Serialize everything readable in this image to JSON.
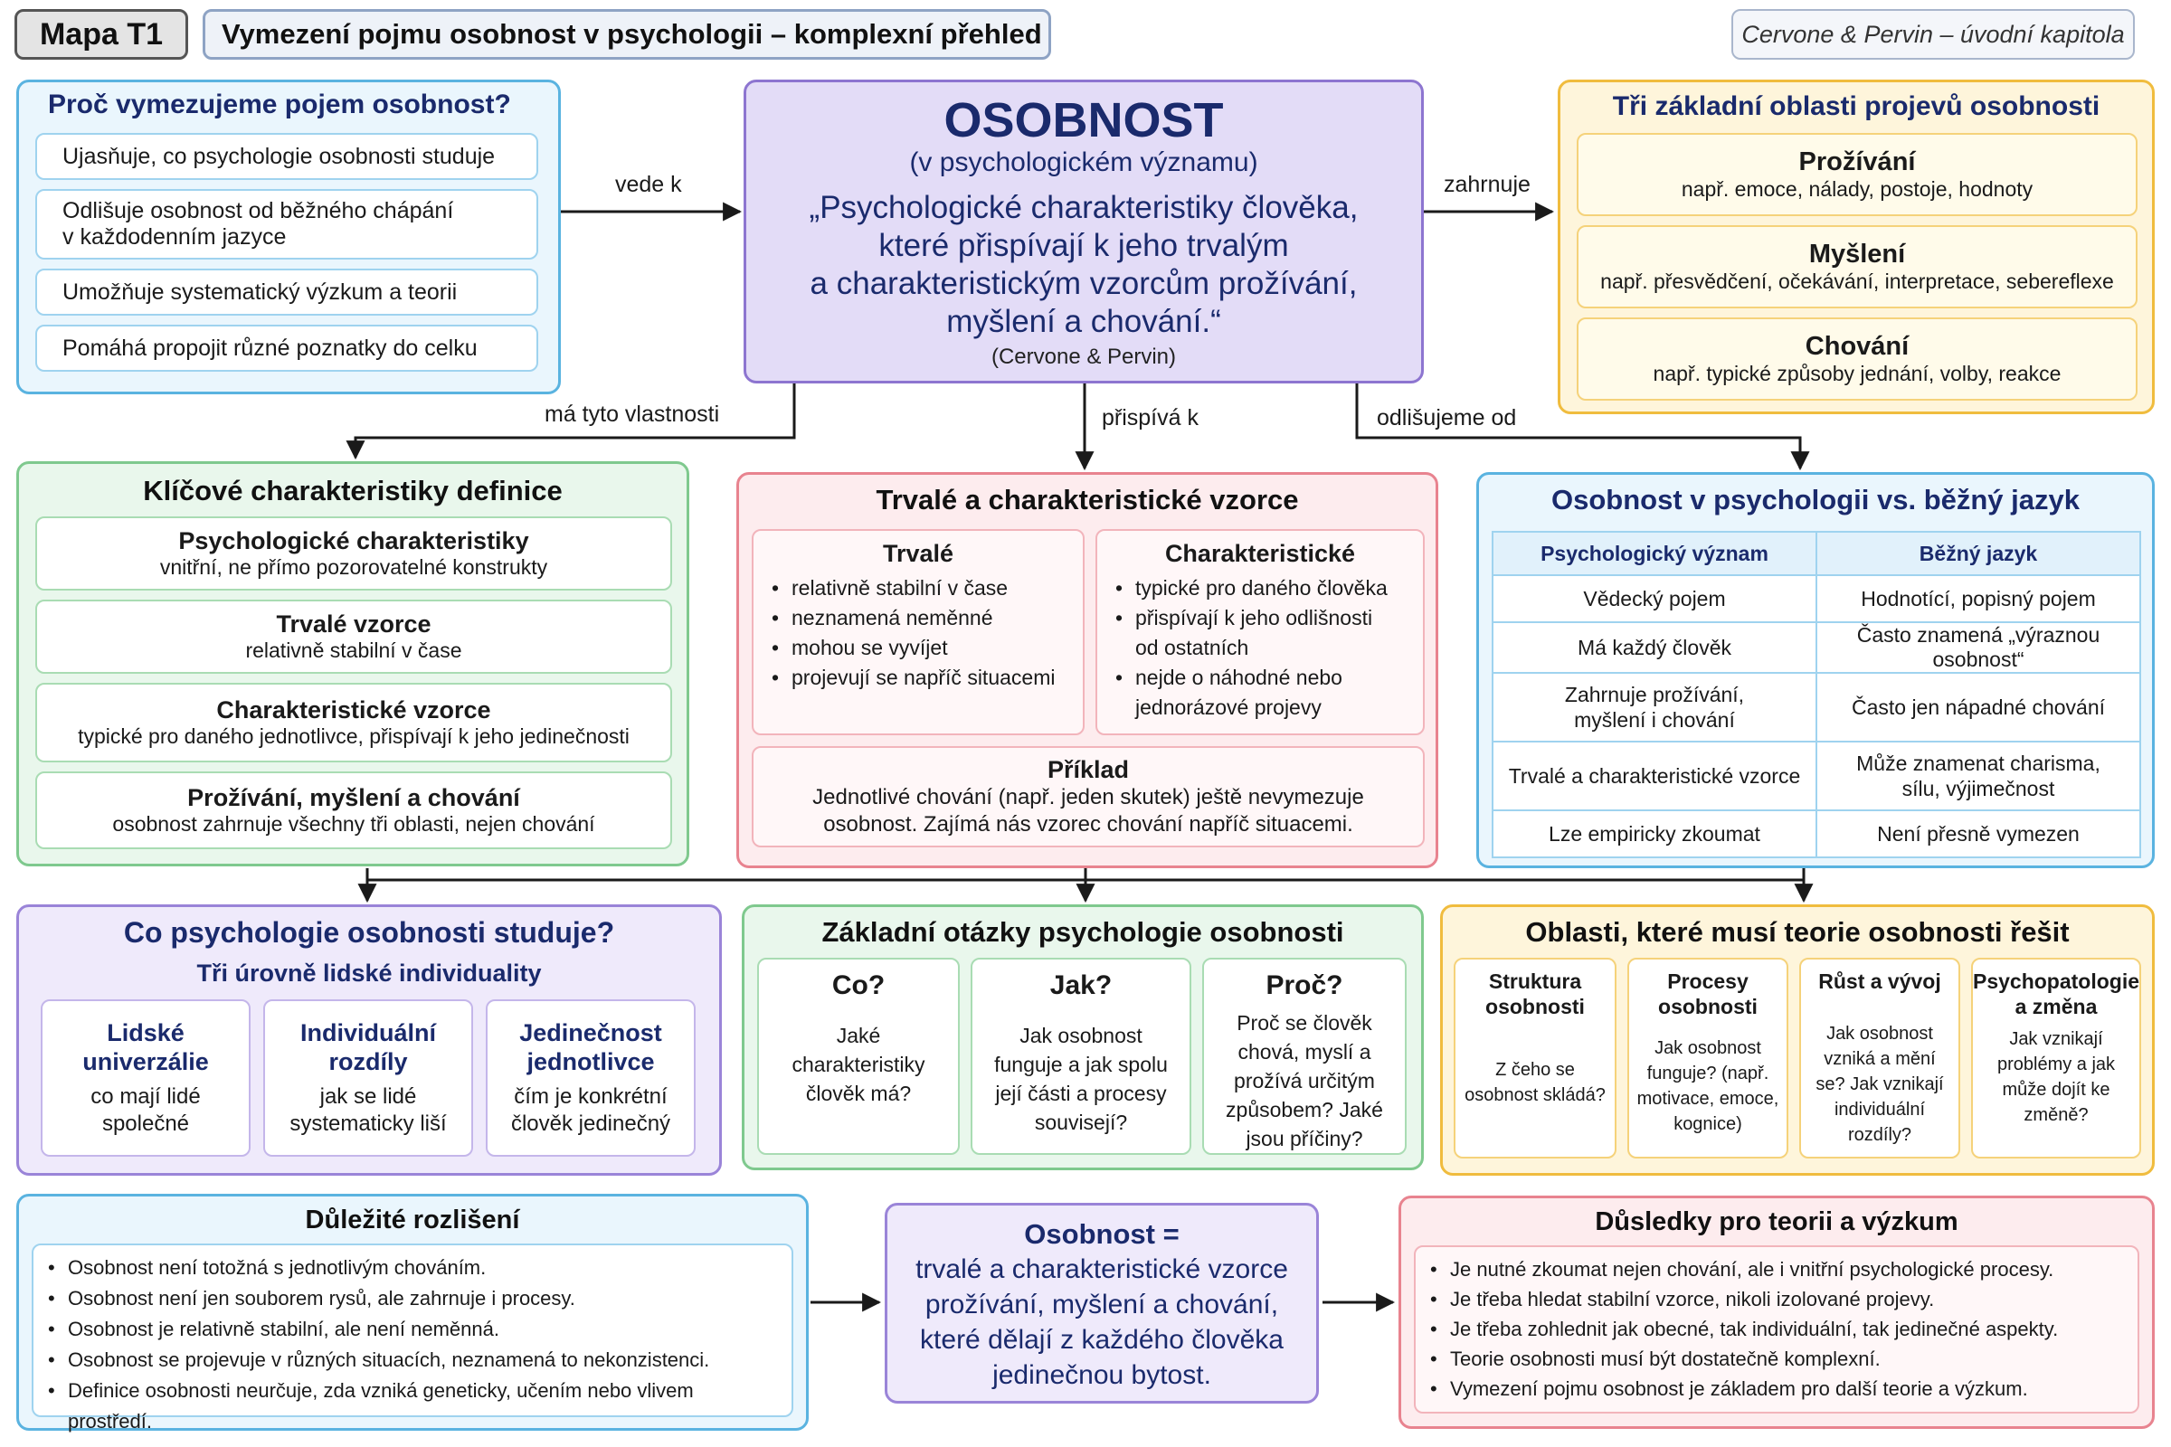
{
  "header": {
    "badge": "Mapa T1",
    "title": "Vymezení pojmu osobnost v psychologii – komplexní přehled",
    "source": "Cervone & Pervin – úvodní kapitola"
  },
  "why": {
    "title": "Proč vymezujeme pojem osobnost?",
    "items": [
      "Ujasňuje, co psychologie osobnosti studuje",
      "Odlišuje osobnost od běžného chápání",
      "v každodenním jazyce",
      "Umožňuje systematický výzkum a teorii",
      "Pomáhá propojit různé poznatky do celku"
    ]
  },
  "center": {
    "title": "OSOBNOST",
    "subtitle": "(v psychologickém významu)",
    "def1": "„Psychologické charakteristiky člověka,",
    "def2": "které přispívají k jeho trvalým",
    "def3": "a charakteristickým vzorcům prožívání,",
    "def4": "myšlení a chování.“",
    "cite": "(Cervone & Pervin)"
  },
  "edges": {
    "vede_k": "vede k",
    "zahrnuje": "zahrnuje",
    "ma_vlastnosti": "má tyto vlastnosti",
    "prispiva_k": "přispívá k",
    "odlisujeme_od": "odlišujeme od"
  },
  "areas": {
    "title": "Tři základní oblasti projevů osobnosti",
    "items": [
      {
        "title": "Prožívání",
        "desc": "např. emoce, nálady, postoje, hodnoty"
      },
      {
        "title": "Myšlení",
        "desc": "např. přesvědčení, očekávání, interpretace, sebereflexe"
      },
      {
        "title": "Chování",
        "desc": "např. typické způsoby jednání, volby, reakce"
      }
    ]
  },
  "key": {
    "title": "Klíčové charakteristiky definice",
    "items": [
      {
        "title": "Psychologické charakteristiky",
        "desc": "vnitřní, ne přímo pozorovatelné konstrukty"
      },
      {
        "title": "Trvalé vzorce",
        "desc": "relativně stabilní v čase"
      },
      {
        "title": "Charakteristické vzorce",
        "desc": "typické pro daného jednotlivce, přispívají k jeho jedinečnosti"
      },
      {
        "title": "Prožívání, myšlení a chování",
        "desc": "osobnost zahrnuje všechny tři oblasti, nejen chování"
      }
    ]
  },
  "patterns": {
    "title": "Trvalé a charakteristické vzorce",
    "lasting": {
      "title": "Trvalé",
      "items": [
        "relativně stabilní v čase",
        "neznamená neměnné",
        "mohou se vyvíjet",
        "projevují se napříč situacemi"
      ]
    },
    "characteristic": {
      "title": "Charakteristické",
      "items": [
        "typické pro daného člověka",
        "přispívají k jeho odlišnosti",
        "od ostatních",
        "nejde o náhodné nebo",
        "jednorázové projevy"
      ]
    },
    "example": {
      "title": "Příklad",
      "line1": "Jednotlivé chování (např. jeden skutek) ještě nevymezuje",
      "line2": "osobnost. Zajímá nás vzorec chování napříč situacemi."
    }
  },
  "compare": {
    "title": "Osobnost v psychologii vs. běžný jazyk",
    "headers": [
      "Psychologický význam",
      "Běžný jazyk"
    ],
    "rows": [
      [
        "Vědecký pojem",
        "Hodnotící, popisný pojem"
      ],
      [
        "Má každý člověk",
        "Často znamená „výraznou osobnost“"
      ],
      [
        "Zahrnuje prožívání,\nmyšlení i chování",
        "Často jen nápadné chování"
      ],
      [
        "Trvalé a charakteristické vzorce",
        "Může znamenat charisma,\nsílu, výjimečnost"
      ],
      [
        "Lze empiricky zkoumat",
        "Není přesně vymezen"
      ]
    ]
  },
  "studies": {
    "title": "Co psychologie osobnosti studuje?",
    "subtitle": "Tři úrovně lidské individuality",
    "items": [
      {
        "title": "Lidské univerzálie",
        "desc": "co mají lidé společné"
      },
      {
        "title": "Individuální rozdíly",
        "desc": "jak se lidé systematicky liší"
      },
      {
        "title": "Jedinečnost jednotlivce",
        "desc": "čím je konkrétní člověk jedinečný"
      }
    ]
  },
  "questions": {
    "title": "Základní otázky psychologie osobnosti",
    "items": [
      {
        "title": "Co?",
        "desc": "Jaké charakteristiky člověk má?"
      },
      {
        "title": "Jak?",
        "desc": "Jak osobnost funguje a jak spolu její části a procesy souvisejí?"
      },
      {
        "title": "Proč?",
        "desc": "Proč se člověk chová, myslí a prožívá určitým způsobem? Jaké jsou příčiny?"
      }
    ]
  },
  "theory": {
    "title": "Oblasti, které musí teorie osobnosti řešit",
    "items": [
      {
        "title": "Struktura osobnosti",
        "desc": "Z čeho se osobnost skládá?"
      },
      {
        "title": "Procesy osobnosti",
        "desc": "Jak osobnost funguje? (např. motivace, emoce, kognice)"
      },
      {
        "title": "Růst a vývoj",
        "desc": "Jak osobnost vzniká a mění se? Jak vznikají individuální rozdíly?"
      },
      {
        "title": "Psychopatologie a změna",
        "desc": "Jak vznikají problémy a jak může dojít ke změně?"
      }
    ]
  },
  "distinctions": {
    "title": "Důležité rozlišení",
    "items": [
      "Osobnost není totožná s jednotlivým chováním.",
      "Osobnost není jen souborem rysů, ale zahrnuje i procesy.",
      "Osobnost je relativně stabilní, ale není neměnná.",
      "Osobnost se projevuje v různých situacích, neznamená to nekonzistenci.",
      "Definice osobnosti neurčuje, zda vzniká geneticky, učením nebo vlivem prostředí."
    ]
  },
  "summary": {
    "title": "Osobnost =",
    "lines": [
      "trvalé a charakteristické vzorce",
      "prožívání, myšlení a chování,",
      "které dělají z každého člověka",
      "jedinečnou bytost."
    ]
  },
  "implications": {
    "title": "Důsledky pro teorii a výzkum",
    "items": [
      "Je nutné zkoumat nejen chování, ale i vnitřní psychologické procesy.",
      "Je třeba hledat stabilní vzorce, nikoli izolované projevy.",
      "Je třeba zohlednit jak obecné, tak individuální, tak jedinečné aspekty.",
      "Teorie osobnosti musí být dostatečně komplexní.",
      "Vymezení pojmu osobnost je základem pro další teorie a výzkum."
    ]
  }
}
